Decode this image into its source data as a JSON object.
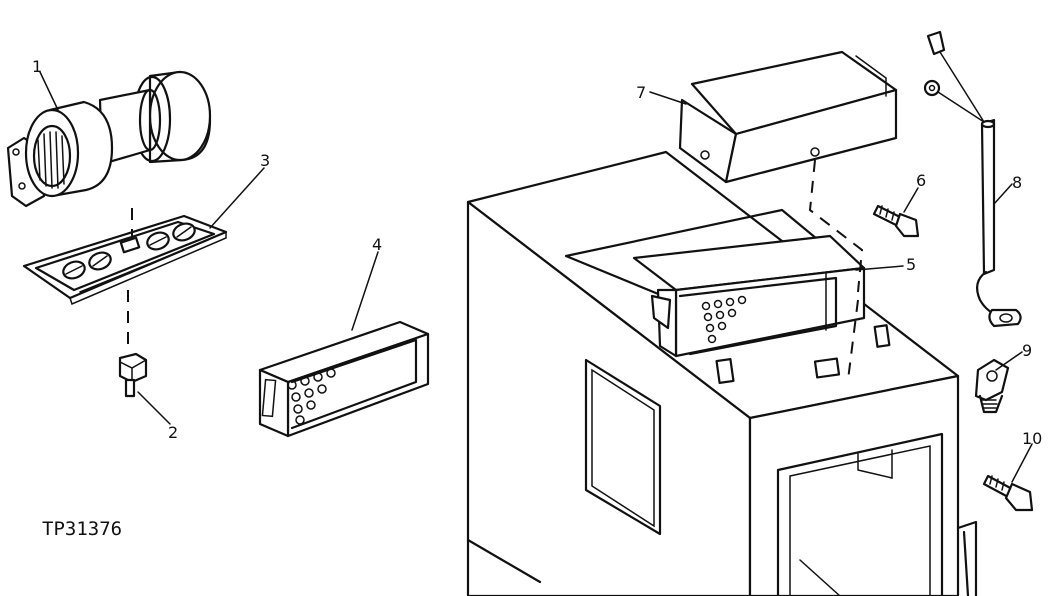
{
  "figure_ref": "TP31376",
  "callouts": [
    {
      "number": "1"
    },
    {
      "number": "2"
    },
    {
      "number": "3"
    },
    {
      "number": "4"
    },
    {
      "number": "5"
    },
    {
      "number": "6"
    },
    {
      "number": "7"
    },
    {
      "number": "8"
    },
    {
      "number": "9"
    },
    {
      "number": "10"
    }
  ]
}
